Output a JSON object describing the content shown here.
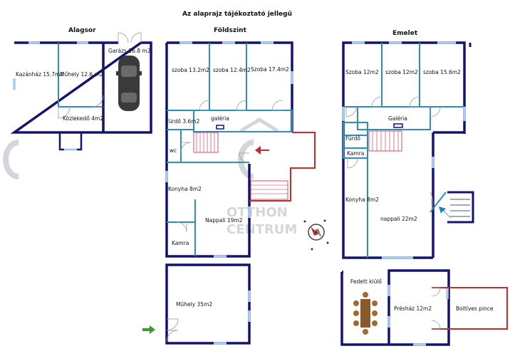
{
  "title": "Az alaprajz tájékoztató jellegű",
  "floors": {
    "basement": {
      "name": "Alagsor",
      "rooms": {
        "boiler": "Kazánház 15.7m2",
        "workshop": "Műhely 12.6 m2",
        "corridor": "Közlekedő 4m2",
        "garage": "Garázs 16.8 m2"
      }
    },
    "ground": {
      "name": "Földszint",
      "rooms": {
        "room1": "szoba 13.2m2",
        "room2": "szoba 12.4m2",
        "room3": "Szoba 17.4m2",
        "bathroom": "Fürdő 3.6m2",
        "gallery": "galéria",
        "wc": "wc",
        "kitchen": "Konyha 8m2",
        "living": "Nappali 19m2",
        "pantry": "Kamra",
        "workshop": "Műhely 35m2"
      }
    },
    "upper": {
      "name": "Emelet",
      "rooms": {
        "room1": "Szoba 12m2",
        "room2": "szoba 12m2",
        "room3": "szoba 15.6m2",
        "gallery": "Galéria",
        "bathroom": "Fürdő",
        "pantry": "Kamra",
        "kitchen": "Konyha 8m2",
        "living": "nappali 22m2",
        "porch": "Fedett kiülő",
        "press_house": "Présház 12m2",
        "cellar": "Boltíves pince"
      }
    }
  },
  "watermark": {
    "line1": "OTTHON",
    "line2": "CENTRUM"
  },
  "colors": {
    "wall": "#14146e",
    "inner_wall": "#2b8fb8",
    "window": "#a8cde6",
    "stairs": "#c8283a",
    "entry_arrow_ground": "#c0283a",
    "entry_arrow_upper": "#1e7fc8",
    "entry_arrow_workshop": "#3a9a2a",
    "outline_red": "#c42b2b"
  }
}
